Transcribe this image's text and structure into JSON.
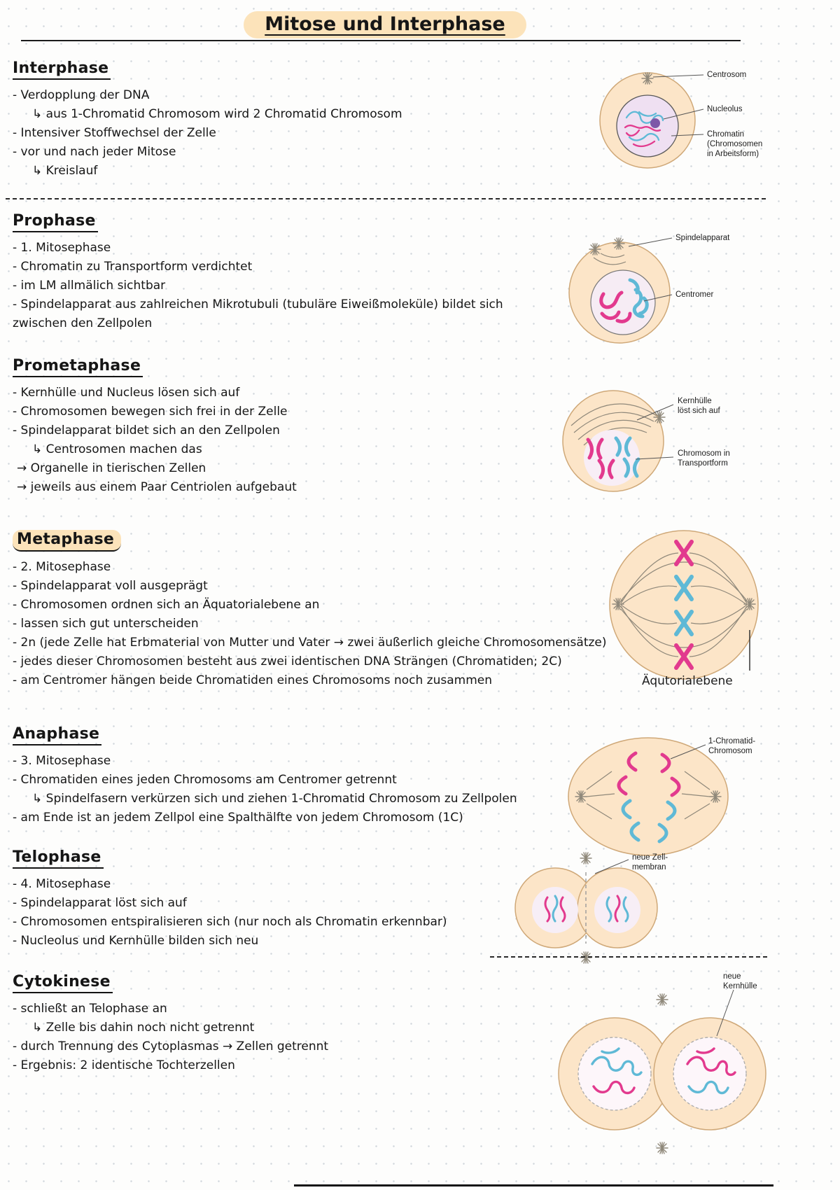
{
  "title": "Mitose und Interphase",
  "colors": {
    "chromosome_pink": "#e23a8e",
    "chromosome_blue": "#5fb9d6",
    "cell_fill": "#fce5c8",
    "highlight": "#fce3ba"
  },
  "sections": [
    {
      "heading": "Interphase",
      "lines": [
        "- Verdopplung der DNA",
        "↳ aus 1-Chromatid Chromosom wird 2 Chromatid Chromosom",
        "- Intensiver Stoffwechsel der Zelle",
        "- vor und nach jeder Mitose",
        "↳ Kreislauf"
      ]
    },
    {
      "heading": "Prophase",
      "lines": [
        "- 1. Mitosephase",
        "- Chromatin zu Transportform verdichtet",
        "- im LM allmälich sichtbar",
        "- Spindelapparat aus zahlreichen Mikrotubuli (tubuläre Eiweißmoleküle) bildet sich zwischen den Zellpolen"
      ]
    },
    {
      "heading": "Prometaphase",
      "lines": [
        "- Kernhülle und Nucleus lösen sich auf",
        "- Chromosomen bewegen sich frei in der Zelle",
        "- Spindelapparat bildet sich an den Zellpolen",
        "↳ Centrosomen machen das",
        "→ Organelle in tierischen Zellen",
        "→ jeweils aus einem Paar Centriolen aufgebaut"
      ]
    },
    {
      "heading": "Metaphase",
      "lines": [
        "- 2. Mitosephase",
        "- Spindelapparat voll ausgeprägt",
        "- Chromosomen ordnen sich an Äquatorialebene an",
        "- lassen sich gut unterscheiden",
        "- 2n (jede Zelle hat Erbmaterial von Mutter und Vater → zwei äußerlich gleiche Chromosomensätze)",
        "- jedes dieser Chromosomen besteht aus zwei identischen DNA Strängen (Chromatiden; 2C)",
        "- am Centromer hängen beide Chromatiden eines Chromosoms noch zusammen"
      ]
    },
    {
      "heading": "Anaphase",
      "lines": [
        "- 3. Mitosephase",
        "- Chromatiden eines jeden Chromosoms am Centromer getrennt",
        "↳ Spindelfasern verkürzen sich und ziehen 1-Chromatid Chromosom zu Zellpolen",
        "- am Ende ist an jedem Zellpol eine Spalthälfte von jedem Chromosom (1C)"
      ]
    },
    {
      "heading": "Telophase",
      "lines": [
        "- 4. Mitosephase",
        "- Spindelapparat löst sich auf",
        "- Chromosomen entspiralisieren sich (nur noch als Chromatin erkennbar)",
        "- Nucleolus und Kernhülle bilden sich neu"
      ]
    },
    {
      "heading": "Cytokinese",
      "lines": [
        "- schließt an Telophase an",
        "↳ Zelle bis dahin noch nicht getrennt",
        "- durch Trennung des Cytoplasmas → Zellen getrennt",
        "- Ergebnis: 2 identische Tochterzellen"
      ]
    }
  ],
  "diagrams": {
    "interphase": {
      "labels": {
        "centrosom": "Centrosom",
        "nucleolus": "Nucleolus",
        "chromatin": "Chromatin\n(Chromosomen\nin Arbeitsform)"
      }
    },
    "prophase": {
      "labels": {
        "spindelapparat": "Spindelapparat",
        "centromer": "Centromer"
      }
    },
    "prometaphase": {
      "labels": {
        "kernhuelle": "Kernhülle\nlöst sich auf",
        "chromosom": "Chromosom in\nTransportform"
      }
    },
    "metaphase": {
      "labels": {
        "aequatorialebene": "Äqutorialebene"
      }
    },
    "anaphase": {
      "labels": {
        "chromatid": "1-Chromatid-\nChromosom"
      }
    },
    "telophase": {
      "labels": {
        "membran": "neue Zell-\nmembran"
      }
    },
    "cytokinese": {
      "labels": {
        "kernhuelle": "neue\nKernhülle"
      }
    }
  }
}
